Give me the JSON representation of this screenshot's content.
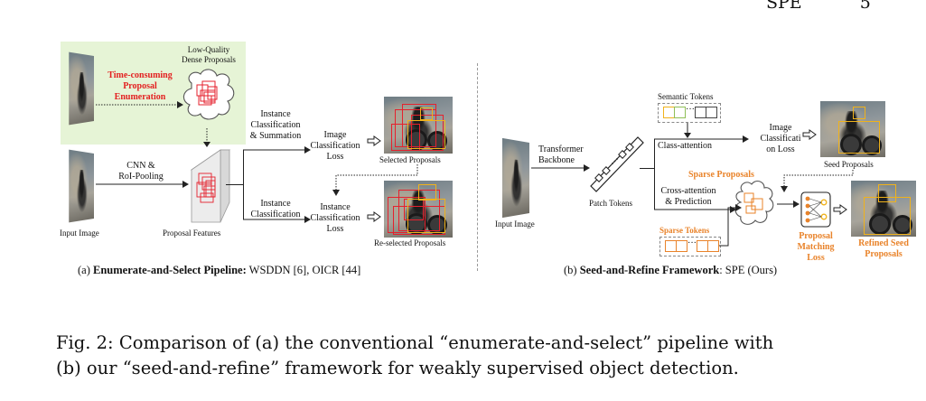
{
  "header": {
    "page_mark": "SPE",
    "page_number": "5"
  },
  "panel_a": {
    "low_quality_label": "Low-Quality\nDense Proposals",
    "time_consuming_label": "Time-consuming\nProposal\nEnumeration",
    "cnn_label": "CNN &\nRoI-Pooling",
    "input_image_label": "Input Image",
    "proposal_features_label": "Proposal Features",
    "instance_cls_summation_label": "Instance\nClassification\n& Summation",
    "image_cls_loss_label": "Image\nClassification\nLoss",
    "instance_cls_label": "Instance\nClassification",
    "instance_cls_loss_label": "Instance\nClassification\nLoss",
    "selected_proposals_label": "Selected Proposals",
    "reselected_proposals_label": "Re-selected Proposals",
    "subcaption_prefix": "(a) ",
    "subcaption_bold": "Enumerate-and-Select Pipeline:",
    "subcaption_rest": " WSDDN [6], OICR [44]"
  },
  "panel_b": {
    "semantic_tokens_label": "Semantic Tokens",
    "transformer_backbone_label": "Transformer\nBackbone",
    "class_attention_label": "Class-attention",
    "image_cls_loss_label": "Image\nClassificati\non Loss",
    "seed_proposals_label": "Seed Proposals",
    "patch_tokens_label": "Patch Tokens",
    "input_image_label": "Input Image",
    "sparse_proposals_label": "Sparse Proposals",
    "cross_attention_label": "Cross-attention\n& Prediction",
    "sparse_tokens_label": "Sparse Tokens",
    "proposal_matching_loss_label": "Proposal\nMatching\nLoss",
    "refined_seed_proposals_label": "Refined Seed\nProposals",
    "subcaption_prefix": "(b) ",
    "subcaption_bold": "Seed-and-Refine Framework",
    "subcaption_rest": ": SPE (Ours)"
  },
  "caption": {
    "line1": "Fig. 2: Comparison of (a) the conventional “enumerate-and-select” pipeline with",
    "line2": "(b) our “seed-and-refine” framework for weakly supervised object detection."
  },
  "colors": {
    "red_text": "#e32020",
    "orange_text": "#e9832a",
    "highlight_bg": "#e6f4d6",
    "red_box": "#e5212d",
    "yellow_box": "#f0b21b"
  }
}
